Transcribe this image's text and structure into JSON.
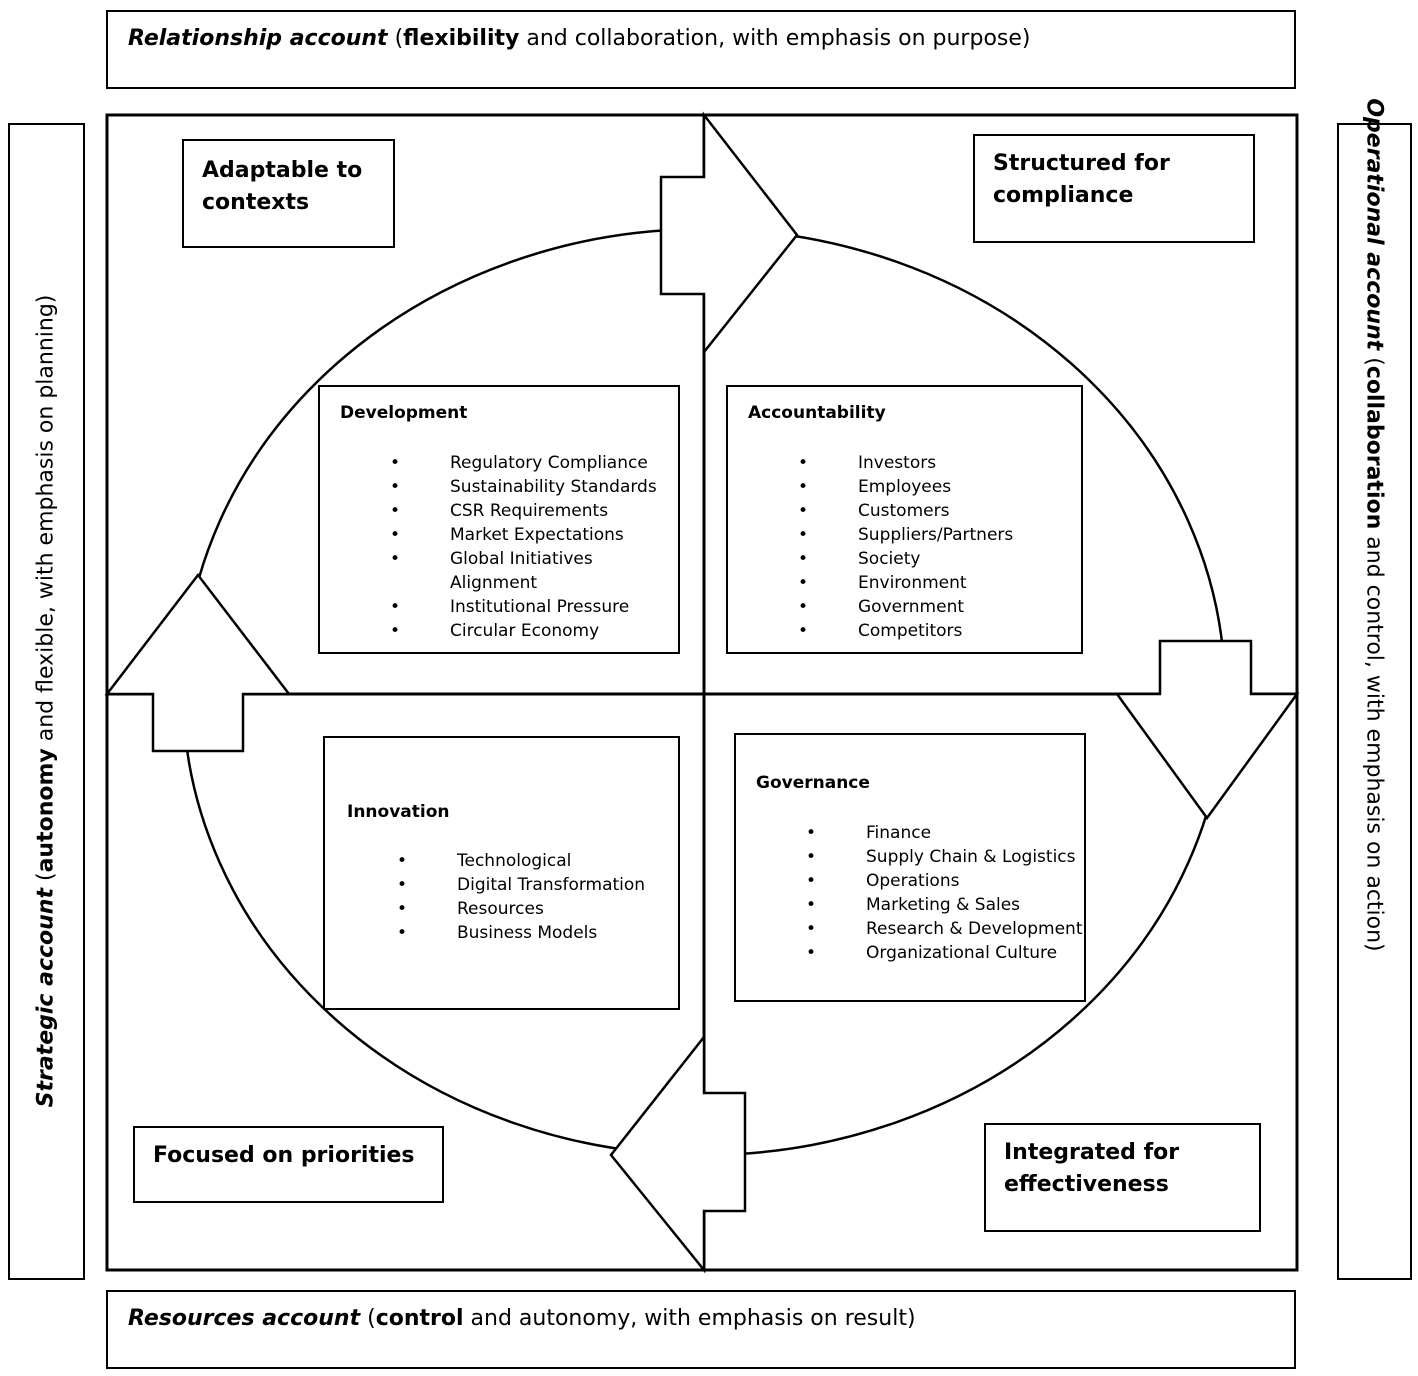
{
  "banners": {
    "top": {
      "emph": "Relationship account",
      "bold": "flexibility",
      "rest": " and collaboration, with emphasis on purpose)"
    },
    "bottom": {
      "emph": "Resources account",
      "bold": "control",
      "rest": " and autonomy, with emphasis on result)"
    },
    "left": {
      "emph": "Strategic account",
      "bold": "autonomy",
      "rest": " and flexible, with emphasis on planning)"
    },
    "right": {
      "emph": "Operational account",
      "bold": "collaboration",
      "rest": " and control, with emphasis on action)"
    }
  },
  "quadrant_labels": {
    "top_left": "Adaptable to contexts",
    "top_right": "Structured for compliance",
    "bottom_left": "Focused on priorities",
    "bottom_right": "Integrated for effectiveness"
  },
  "content_boxes": {
    "development": {
      "title": "Development",
      "items": [
        "Regulatory Compliance",
        "Sustainability Standards",
        "CSR Requirements",
        "Market Expectations",
        "Global Initiatives",
        "Alignment",
        "Institutional  Pressure",
        "Circular Economy"
      ]
    },
    "accountability": {
      "title": "Accountability",
      "items": [
        "Investors",
        "Employees",
        "Customers",
        "Suppliers/Partners",
        "Society",
        "Environment",
        "Government",
        "Competitors"
      ]
    },
    "innovation": {
      "title": "Innovation",
      "items": [
        "Technological",
        "Digital Transformation",
        "Resources",
        "Business Models"
      ]
    },
    "governance": {
      "title": "Governance",
      "items": [
        "Finance",
        "Supply Chain & Logistics",
        "Operations",
        "Marketing & Sales",
        "Research & Development",
        "Organizational Culture"
      ]
    }
  },
  "bullet_glyph": "•"
}
